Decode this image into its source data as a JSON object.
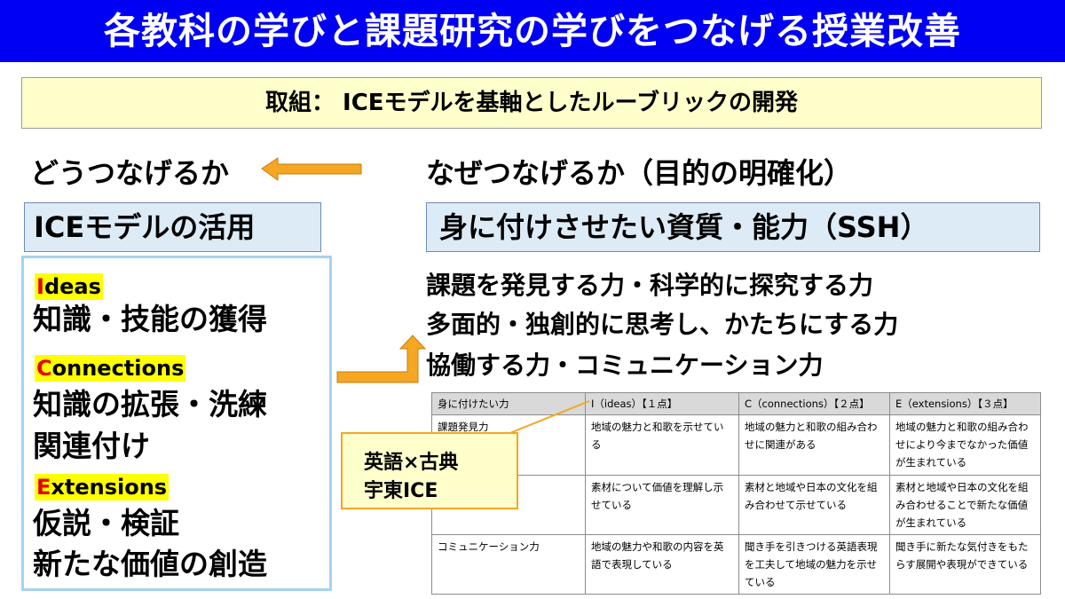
{
  "header": {
    "title": "各教科の学びと課題研究の学びをつなげる授業改善"
  },
  "banner": {
    "text": "取組： ICEモデルを基軸としたルーブリックの開発"
  },
  "left": {
    "question": "どうつなげるか",
    "model_label": "ICEモデルの活用",
    "items": [
      {
        "initial": "I",
        "rest": "deas",
        "lines": [
          "知識・技能の獲得"
        ]
      },
      {
        "initial": "C",
        "rest": "onnections",
        "lines": [
          "知識の拡張・洗練",
          "関連付け"
        ]
      },
      {
        "initial": "E",
        "rest": "xtensions",
        "lines": [
          "仮説・検証",
          "新たな価値の創造"
        ]
      }
    ]
  },
  "right": {
    "question": "なぜつなげるか（目的の明確化）",
    "goal_label": "身に付けさせたい資質・能力（SSH）",
    "abilities": [
      "課題を発見する力・科学的に探究する力",
      "多面的・独創的に思考し、かたちにする力",
      "協働する力・コミュニケーション力"
    ]
  },
  "rubric": {
    "headers": [
      "身に付けたい力",
      "I（ideas）【１点】",
      "C（connections）【２点】",
      "E（extensions）【３点】"
    ],
    "rows": [
      [
        "課題発見力",
        "地域の魅力と和歌を示せている",
        "地域の魅力と和歌の組み合わせに関連がある",
        "地域の魅力と和歌の組み合わせにより今までなかった価値が生まれている"
      ],
      [
        "",
        "素材について価値を理解し示せている",
        "素材と地域や日本の文化を組み合わせて示せている",
        "素材と地域や日本の文化を組み合わせることで新たな価値が生まれている"
      ],
      [
        "コミュニケーション力",
        "地域の魅力や和歌の内容を英語で表現している",
        "聞き手を引きつける英語表現を工夫して地域の魅力を示せている",
        "聞き手に新たな気付きをもたらす展開や表現ができている"
      ]
    ]
  },
  "callout": {
    "lines": [
      "英語×古典",
      "宇東ICE"
    ]
  },
  "colors": {
    "header_bg": "#0000f2",
    "arrow": "#f5a623",
    "highlight": "#ffff00",
    "initial": "#e60000",
    "goal_box": "#ddebf7"
  }
}
